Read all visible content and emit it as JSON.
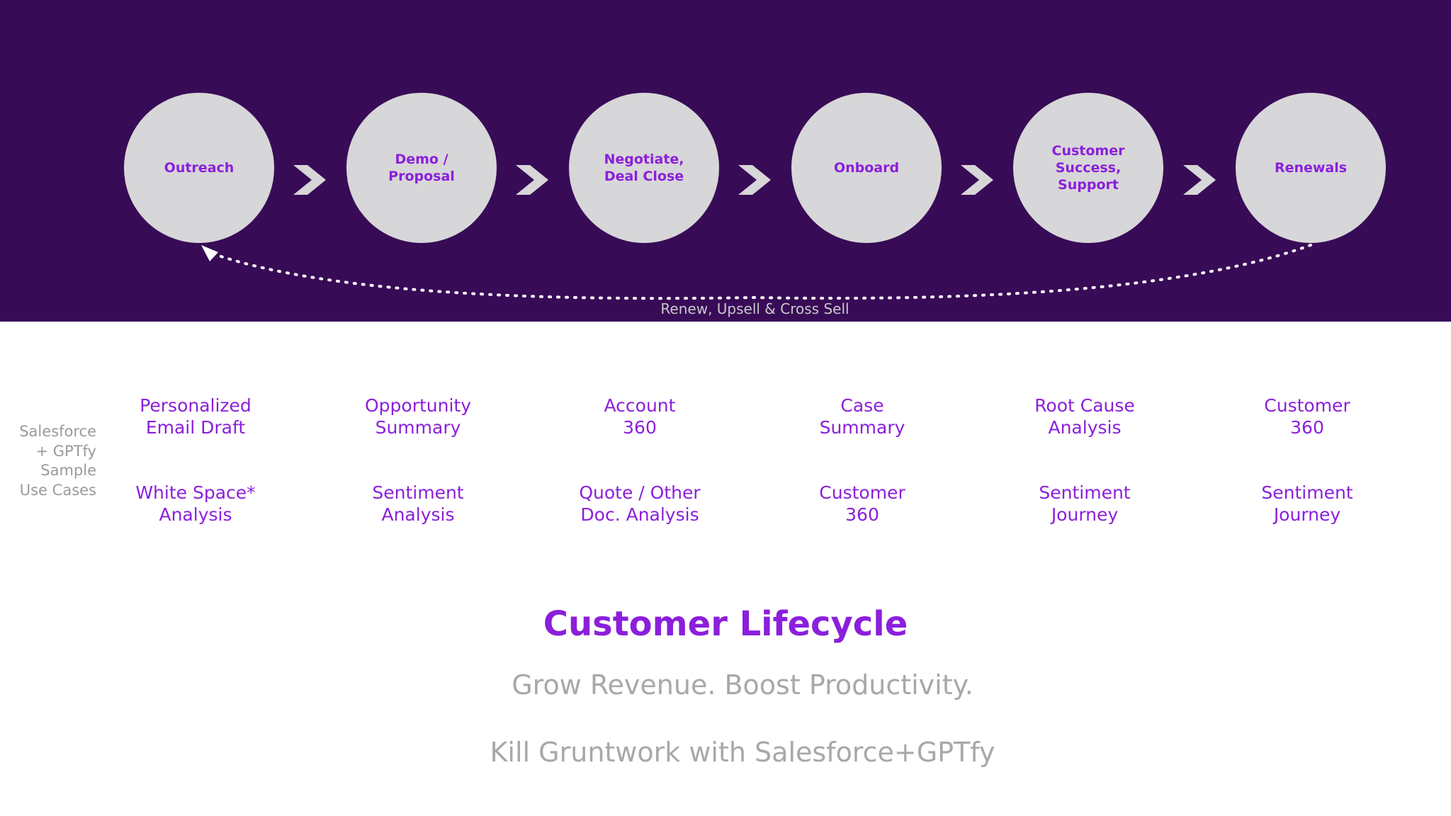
{
  "colors": {
    "banner_bg": "#380B56",
    "stage_circle": "#D7D6D8",
    "accent_purple": "#8B1FDB",
    "muted_gray": "#A8A8A8"
  },
  "stages": [
    {
      "label": "Outreach"
    },
    {
      "label": "Demo /\nProposal"
    },
    {
      "label": "Negotiate,\nDeal Close"
    },
    {
      "label": "Onboard"
    },
    {
      "label": "Customer\nSuccess,\nSupport"
    },
    {
      "label": "Renewals"
    }
  ],
  "loop_label": "Renew, Upsell & Cross Sell",
  "use_cases": {
    "row_label": "Salesforce\n+ GPTfy\nSample\nUse Cases",
    "primary": [
      "Personalized\nEmail Draft",
      "Opportunity\nSummary",
      "Account\n360",
      "Case\nSummary",
      "Root Cause\nAnalysis",
      "Customer\n360"
    ],
    "secondary": [
      "White Space*\nAnalysis",
      "Sentiment\nAnalysis",
      "Quote / Other\nDoc. Analysis",
      "Customer\n360",
      "Sentiment\nJourney",
      "Sentiment\nJourney"
    ]
  },
  "footer": {
    "title": "Customer Lifecycle",
    "tagline": "Grow Revenue. Boost Productivity.",
    "tagline2": "Kill Gruntwork with Salesforce+GPTfy"
  }
}
